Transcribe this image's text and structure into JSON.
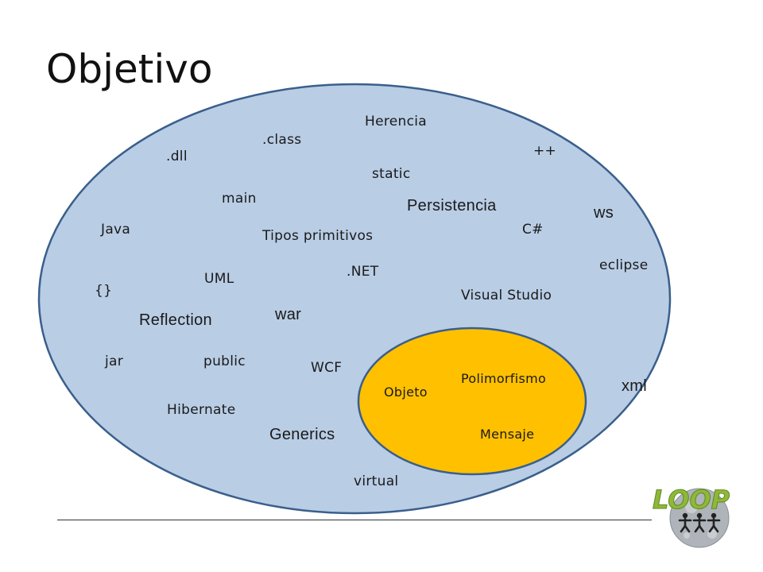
{
  "slide": {
    "title": "Objetivo"
  },
  "outer_set": {
    "words": {
      "herencia": "Herencia",
      "class": ".class",
      "plusplus": "++",
      "dll": ".dll",
      "static": "static",
      "main": "main",
      "persistencia": "Persistencia",
      "ws": "ws",
      "java": "Java",
      "tipos_primitivos": "Tipos primitivos",
      "csharp": "C#",
      "eclipse": "eclipse",
      "dotnet": ".NET",
      "uml": "UML",
      "braces": "{}",
      "visual_studio": "Visual Studio",
      "war": "war",
      "reflection": "Reflection",
      "jar": "jar",
      "public": "public",
      "wcf": "WCF",
      "xml": "xml",
      "hibernate": "Hibernate",
      "generics": "Generics",
      "virtual": "virtual"
    }
  },
  "inner_set": {
    "words": {
      "polimorfismo": "Polimorfismo",
      "objeto": "Objeto",
      "mensaje": "Mensaje"
    }
  },
  "logo": {
    "text": "LOOP"
  },
  "colors": {
    "outer_fill": "#b9cde5",
    "outer_stroke": "#3a5f8c",
    "inner_fill": "#ffc000",
    "inner_stroke": "#3a5f8c",
    "logo_green": "#8fb83a",
    "logo_globe": "#aeb4b9"
  }
}
